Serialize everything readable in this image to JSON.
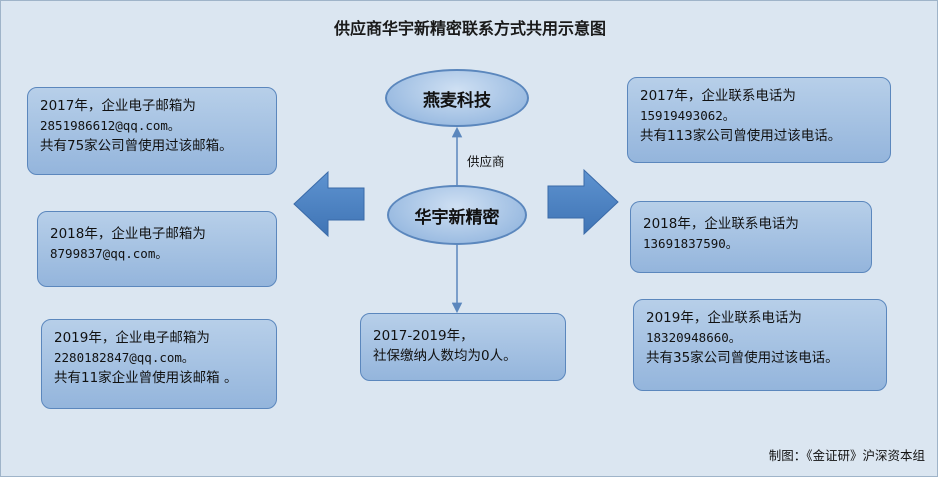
{
  "title": "供应商华宇新精密联系方式共用示意图",
  "nodes": {
    "top": "燕麦科技",
    "center": "华宇新精密"
  },
  "edge_label": "供应商",
  "left_boxes": [
    {
      "line1": "2017年，企业电子邮箱为",
      "line2": "2851986612@qq.com。",
      "line3": "共有75家公司曾使用过该邮箱。"
    },
    {
      "line1": "2018年，企业电子邮箱为",
      "line2": "8799837@qq.com。",
      "line3": ""
    },
    {
      "line1": "2019年，企业电子邮箱为",
      "line2": "2280182847@qq.com。",
      "line3": "共有11家企业曾使用该邮箱 。"
    }
  ],
  "right_boxes": [
    {
      "line1": "2017年，企业联系电话为",
      "line2": "15919493062。",
      "line3": "共有113家公司曾使用过该电话。"
    },
    {
      "line1": "2018年，企业联系电话为",
      "line2": "13691837590。",
      "line3": ""
    },
    {
      "line1": "2019年，企业联系电话为",
      "line2": "18320948660。",
      "line3": "共有35家公司曾使用过该电话。"
    }
  ],
  "bottom_box": {
    "line1": "2017-2019年，",
    "line2": "社保缴纳人数均为0人。"
  },
  "credit": "制图：《金证研》沪深资本组",
  "colors": {
    "box_fill": "#a6c2e3",
    "box_border": "#5b87bd",
    "arrow_fill": "#4f86c6",
    "line": "#5b87bd"
  }
}
